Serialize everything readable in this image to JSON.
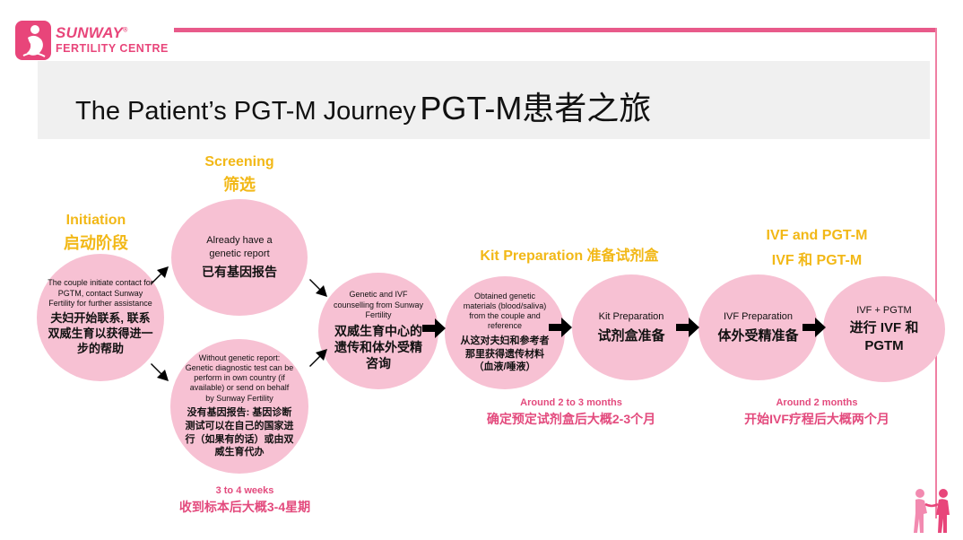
{
  "header": {
    "logo_name": "SUNWAY",
    "logo_reg": "®",
    "logo_sub": "FERTILITY CENTRE",
    "title_en": "The Patient’s PGT-M Journey",
    "title_cn": "PGT-M患者之旅"
  },
  "stages": {
    "initiation_en": "Initiation",
    "initiation_cn": "启动阶段",
    "screening_en": "Screening",
    "screening_cn": "筛选",
    "kit_prep": "Kit Preparation 准备试剂盒",
    "ivf_en": "IVF and PGT-M",
    "ivf_cn": "IVF 和 PGT-M"
  },
  "steps": {
    "initiate_en": "The couple initiate contact for PGTM, contact Sunway Fertility for further assistance",
    "initiate_cn": "夫妇开始联系, 联系双威生育以获得进一步的帮助",
    "has_report_en": "Already have a genetic report",
    "has_report_cn": "已有基因报告",
    "no_report_en": "Without genetic report: Genetic diagnostic test can be perform in own country (if available) or send on behalf by Sunway Fertility",
    "no_report_cn": "没有基因报告: 基因诊断测试可以在自己的国家进行（如果有的话）或由双威生育代办",
    "counselling_en": "Genetic and IVF counselling from Sunway Fertility",
    "counselling_cn": "双威生育中心的遗传和体外受精咨询",
    "materials_en": "Obtained genetic materials (blood/saliva) from the couple and reference",
    "materials_cn": "从这对夫妇和参考者那里获得遗传材料（血液/唾液）",
    "kit_prep_en": "Kit Preparation",
    "kit_prep_cn": "试剂盒准备",
    "ivf_prep_en": "IVF Preparation",
    "ivf_prep_cn": "体外受精准备",
    "ivf_pgtm_en": "IVF + PGTM",
    "ivf_pgtm_cn": "进行 IVF 和 PGTM"
  },
  "durations": {
    "screening_en": "3 to 4 weeks",
    "screening_cn": "收到标本后大概3-4星期",
    "kit_en": "Around 2 to 3 months",
    "kit_cn": "确定预定试剂盒后大概2-3个月",
    "ivf_en": "Around 2 months",
    "ivf_cn": "开始IVF疗程后大概两个月"
  },
  "colors": {
    "brand_pink": "#e8457a",
    "circle_pink": "#f7c1d3",
    "stage_yellow": "#f2b817",
    "duration_pink": "#e34a7d",
    "arrow": "#000000"
  },
  "icons": [
    "logo-mother-icon",
    "arrow-right-icon",
    "arrow-diagonal-icon",
    "couple-silhouette-icon"
  ]
}
